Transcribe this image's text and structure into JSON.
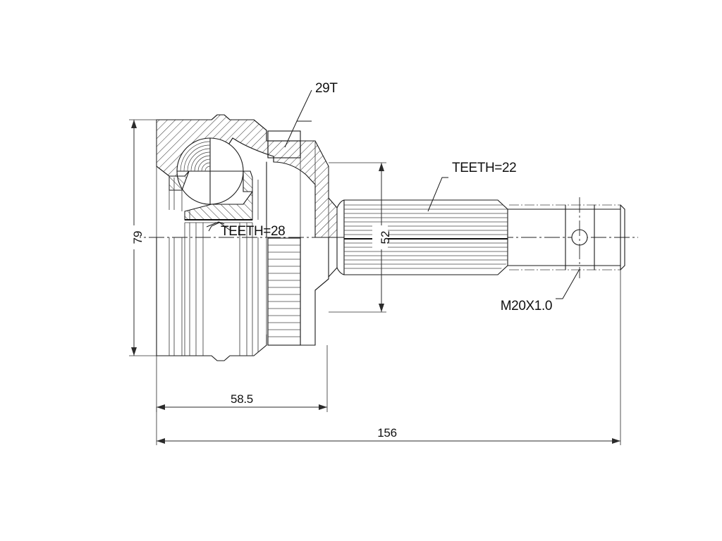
{
  "drawing": {
    "title": "CV Joint Outer Assembly Technical Drawing",
    "type": "engineering-part-drawing",
    "background_color": "#ffffff",
    "line_color": "#1a1a1a",
    "labels": {
      "abs_ring_teeth": "29T",
      "inner_spline_teeth": "TEETH=28",
      "shaft_spline_teeth": "TEETH=22",
      "thread_spec": "M20X1.0"
    },
    "dimensions": {
      "outer_diameter": "79",
      "spline_diameter": "52",
      "joint_length": "58.5",
      "overall_length": "156"
    }
  },
  "chart_data": {
    "type": "table",
    "title": "CV Joint Outer Assembly Technical Drawing",
    "categories": [
      "29T",
      "TEETH=28",
      "TEETH=22",
      "M20X1.0",
      "79",
      "52",
      "58.5",
      "156"
    ],
    "values": [
      29,
      28,
      22,
      20,
      79,
      52,
      58.5,
      156
    ]
  }
}
